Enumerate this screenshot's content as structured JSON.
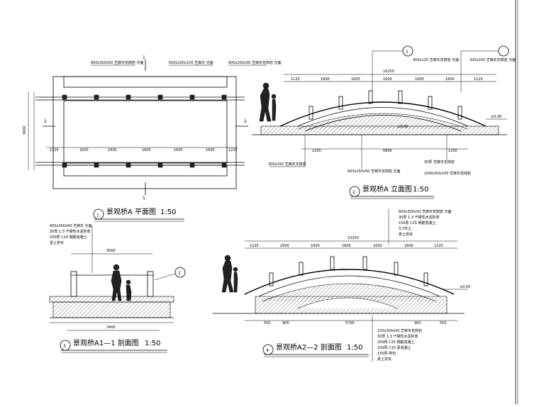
{
  "views": {
    "plan": {
      "title": "景观桥A 平面图",
      "scale": "1:50",
      "number": "1",
      "section_mark_top": "1",
      "section_mark_bottom": "1",
      "section_mark_left": "2",
      "section_mark_right": "2",
      "callouts": [
        "600x300x50 芝麻灰花岗岩 光面",
        "600x200x100 芝麻灰 光面",
        "600x200x50 芝麻灰花岗岩 光面"
      ],
      "dims_bottom": [
        "1225",
        "1600",
        "1600",
        "1600",
        "1600",
        "1600",
        "1225"
      ],
      "dims_left": [
        "3000"
      ]
    },
    "elevation": {
      "title": "景观桥A 立面图",
      "scale": "1:50",
      "number": "2",
      "overall": "10250",
      "dims_top": [
        "1125",
        "1600",
        "1600",
        "1600",
        "1600",
        "1600",
        "1125"
      ],
      "dims_bottom": [
        "1200",
        "6900",
        "1200"
      ],
      "level_right": "±0.00",
      "level_left": "±0.00",
      "callouts_top": [
        "400x120 芝麻灰花岗岩 光面",
        "200x200 芝麻灰花岗岩 光面"
      ],
      "callouts_bottom": [
        "300x150 芝麻灰花岗岩",
        "600x150x50 芝麻灰花岗岩 光面",
        "30厚 芝麻灰花岗岩",
        "1000x50x100 芝麻灰花岗岩"
      ],
      "detail_mark": "1"
    },
    "section11": {
      "title": "景观桥A1—1 剖面图",
      "scale": "1:50",
      "number": "3",
      "dim_top": "3000",
      "dim_bottom": "3400",
      "callouts": [
        "600x300x50 芝麻灰 光面",
        "30厚 1:3 干硬性水泥砂浆",
        "200厚 C20 钢筋混凝土",
        "素土夯实"
      ],
      "detail_mark": "1"
    },
    "section22": {
      "title": "景观桥A2—2 剖面图",
      "scale": "1:50",
      "number": "4",
      "overall": "10250",
      "dims_top": [
        "1225",
        "1600",
        "1600",
        "1600",
        "1600",
        "1600",
        "1225"
      ],
      "dims_bottom": [
        "550",
        "900",
        "5700",
        "900",
        "550"
      ],
      "level_right": "±0.00",
      "callouts_top": [
        "600x300x50 芝麻灰花岗岩 光面",
        "30厚 1:3 干硬性水泥砂浆",
        "150厚 C25 钢筋混凝土",
        "3:7灰土",
        "素土夯实"
      ],
      "callouts_bottom": [
        "150x300x50 芝麻灰花岗岩",
        "30厚 1:3 干硬性水泥砂浆",
        "200厚 C25 钢筋混凝土",
        "100厚 C15 素混凝土",
        "150厚 碎石",
        "素土夯实"
      ]
    }
  }
}
